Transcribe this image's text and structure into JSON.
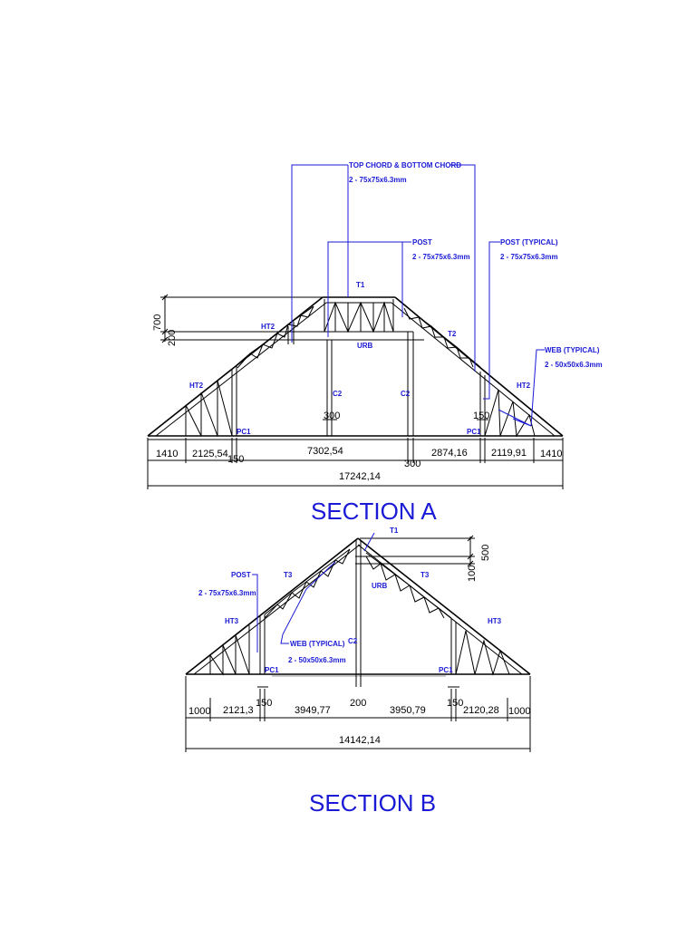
{
  "section_a": {
    "title": "SECTION A",
    "callouts": {
      "chord": "TOP CHORD & BOTTOM CHORD",
      "chord_size": "2 - 75x75x6.3mm",
      "post": "POST",
      "post_size": "2 - 75x75x6.3mm",
      "post_typ": "POST (TYPICAL)",
      "post_typ_size": "2 - 75x75x6.3mm",
      "web_typ": "WEB (TYPICAL)",
      "web_typ_size": "2 - 50x50x6.3mm"
    },
    "labels": {
      "t1": "T1",
      "t2": "T2",
      "ht2_a": "HT2",
      "ht2_b": "HT2",
      "ht2_c": "HT2",
      "urb": "URB",
      "c2_a": "C2",
      "c2_b": "C2",
      "pc1_a": "PC1",
      "pc1_b": "PC1"
    },
    "dims": {
      "d700": "700",
      "d200": "200",
      "d300_top": "300",
      "d150_r": "150",
      "d1410_l": "1410",
      "d2125": "2125,54",
      "d150_l": "150",
      "d7302": "7302,54",
      "d300_b": "300",
      "d2874": "2874,16",
      "d2119": "2119,91",
      "d1410_r": "1410",
      "total": "17242,14"
    }
  },
  "section_b": {
    "title": "SECTION B",
    "callouts": {
      "post": "POST",
      "post_size": "2 - 75x75x6.3mm",
      "web_typ": "WEB (TYPICAL)",
      "web_typ_size": "2 - 50x50x6.3mm"
    },
    "labels": {
      "t1": "T1",
      "t3_a": "T3",
      "t3_b": "T3",
      "urb": "URB",
      "ht3_a": "HT3",
      "ht3_b": "HT3",
      "c2": "C2",
      "pc1_a": "PC1",
      "pc1_b": "PC1"
    },
    "dims": {
      "d500": "500",
      "d100": "100",
      "d1000_l": "1000",
      "d2121": "2121,3",
      "d150_l": "150",
      "d3949": "3949,77",
      "d200": "200",
      "d3950": "3950,79",
      "d150_r": "150",
      "d2120": "2120,28",
      "d1000_r": "1000",
      "total": "14142,14"
    }
  }
}
